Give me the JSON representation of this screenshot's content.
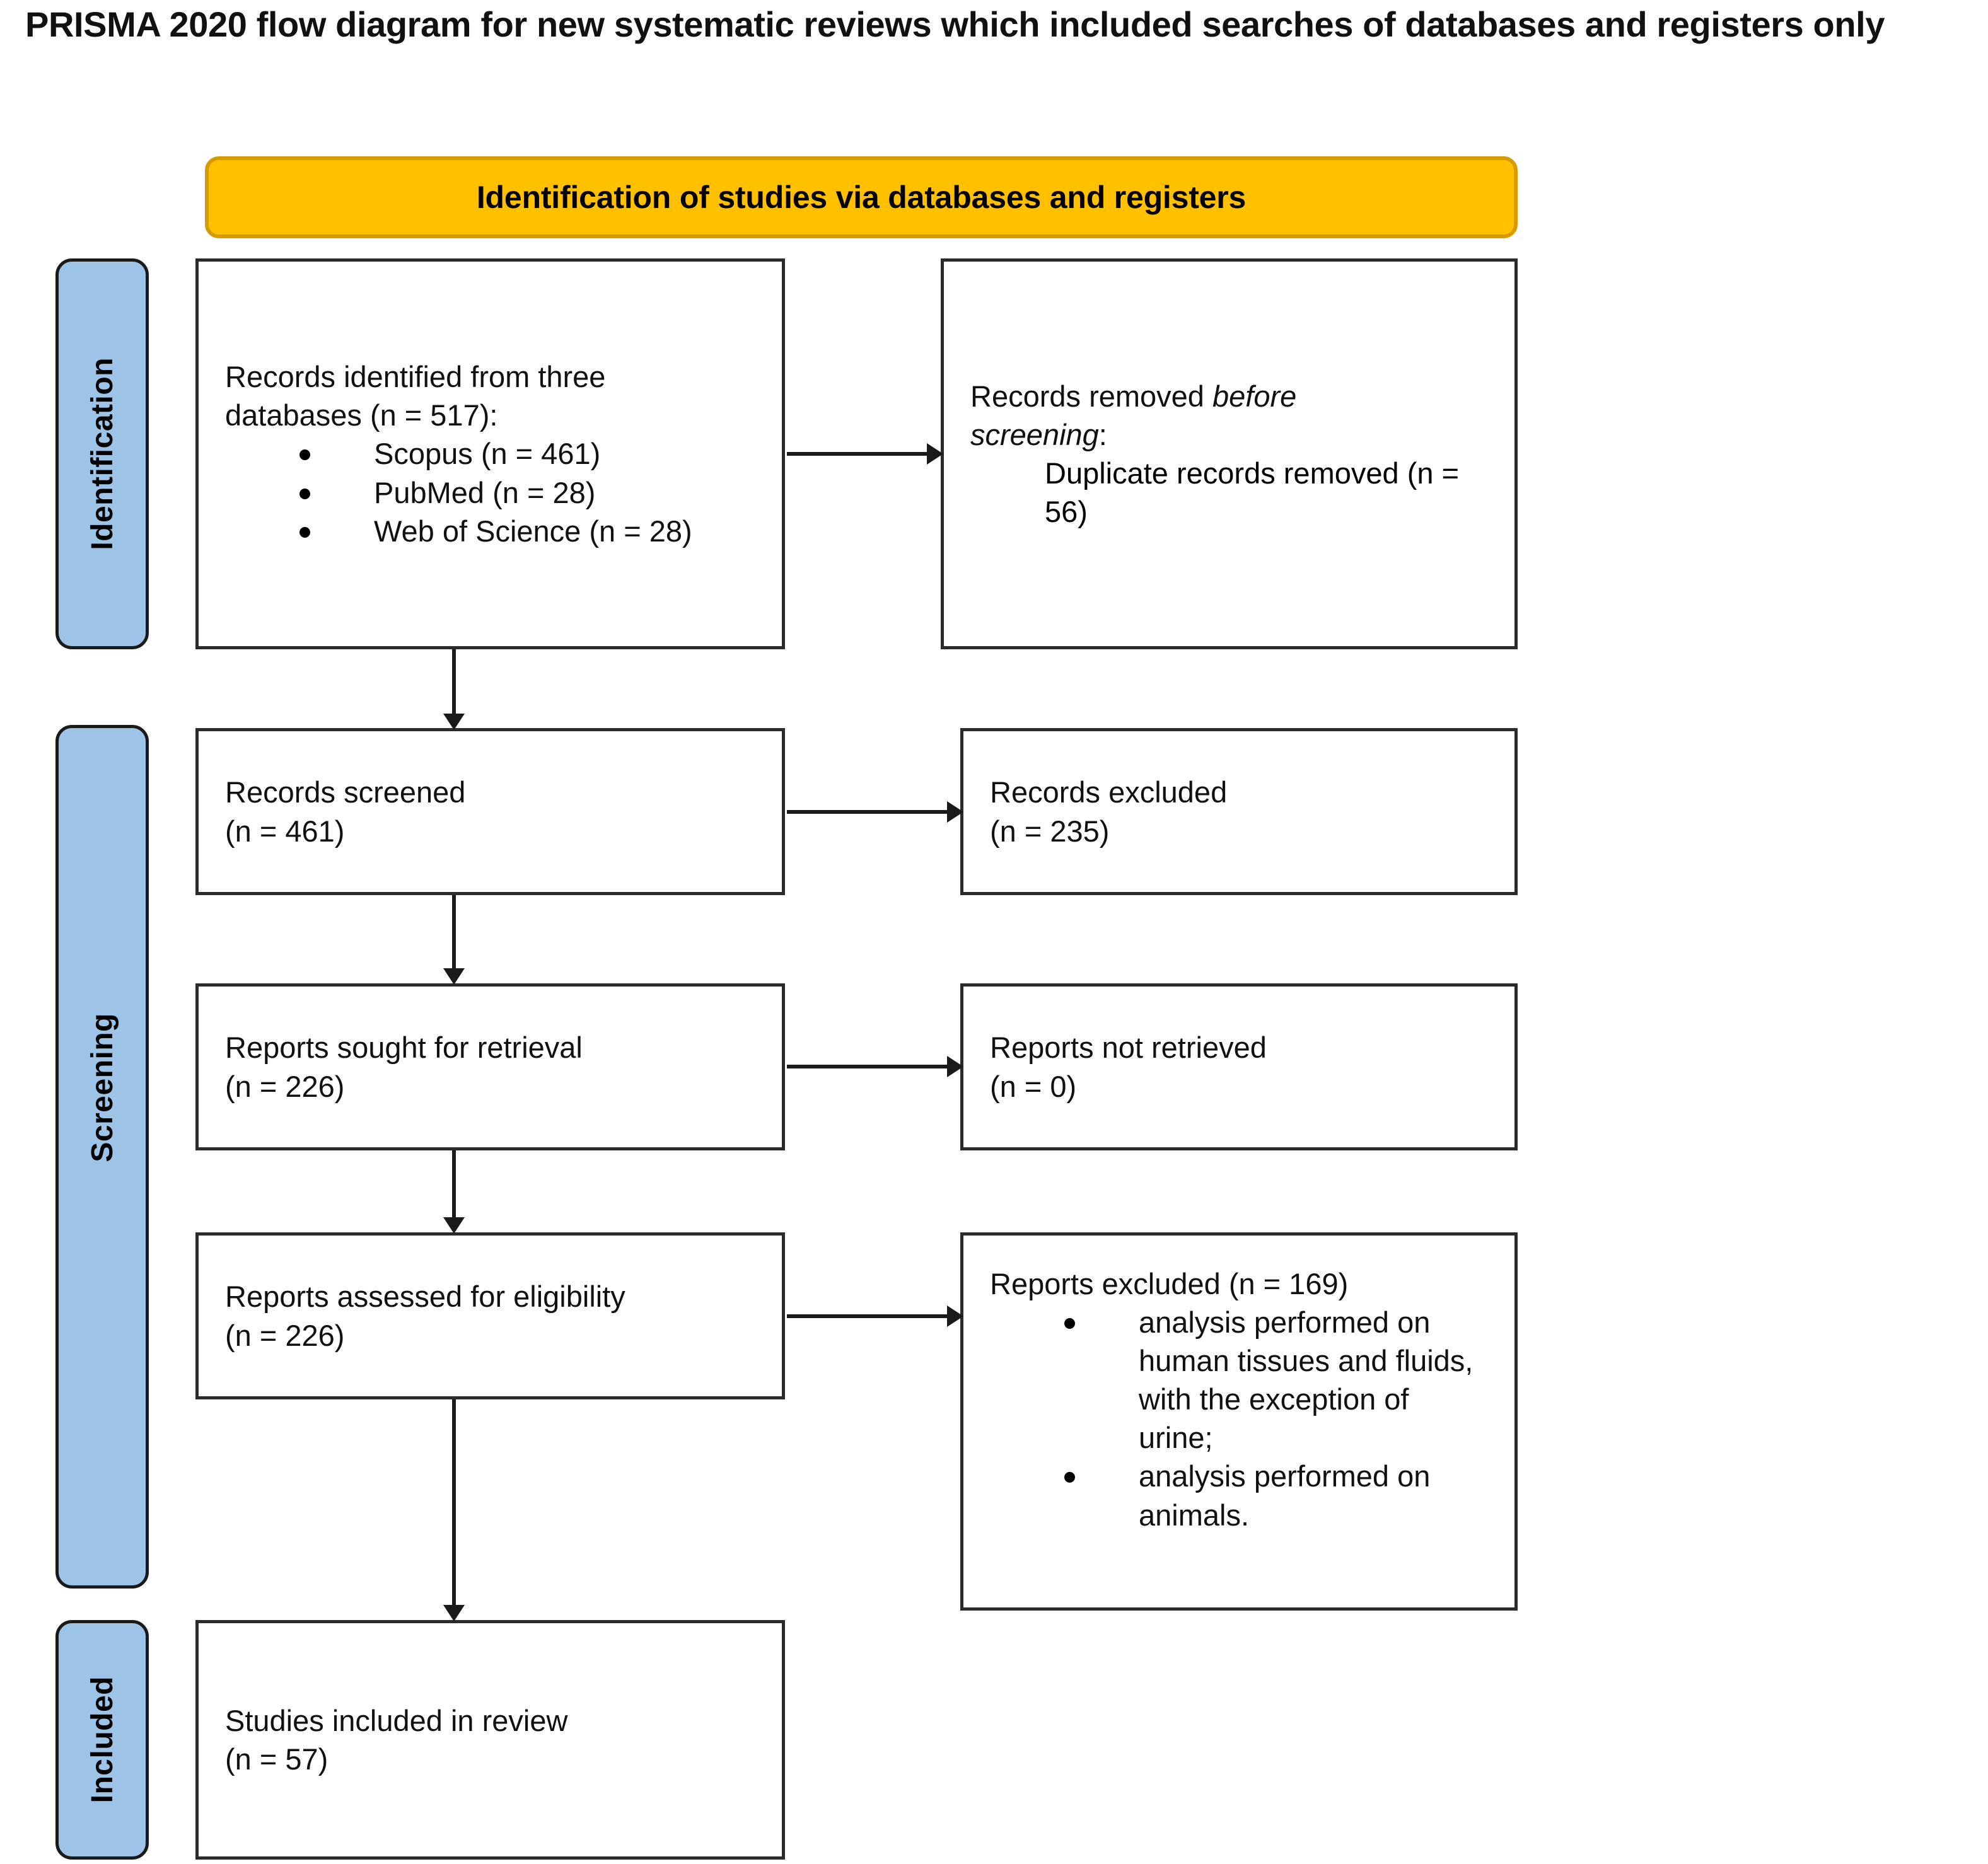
{
  "title": "PRISMA 2020 flow diagram for new systematic reviews which included searches of databases and registers only",
  "colors": {
    "banner_fill": "#FFC000",
    "banner_border": "#D69B00",
    "stage_fill": "#9DC3E6",
    "stage_border": "#1A1A1A",
    "box_border": "#2B2B2B",
    "arrow": "#1A1A1A",
    "text": "#111111"
  },
  "stages": {
    "identification": "Identification",
    "screening": "Screening",
    "included": "Included"
  },
  "banner": {
    "label": "Identification of studies via databases and registers"
  },
  "boxes": {
    "records_identified": {
      "heading_line1": "Records identified from three",
      "heading_line2": "databases (n = 517):",
      "bullets": [
        "Scopus (n = 461)",
        "PubMed (n = 28)",
        "Web of Science (n = 28)"
      ]
    },
    "records_removed": {
      "heading_plain": "Records removed ",
      "heading_italic": "before",
      "heading_italic2": "screening",
      "heading_colon": ":",
      "detail": "Duplicate records removed (n = 56)"
    },
    "records_screened": {
      "line1": "Records screened",
      "line2": "(n = 461)"
    },
    "records_excluded": {
      "line1": "Records excluded",
      "line2": "(n = 235)"
    },
    "reports_sought": {
      "line1": "Reports sought for retrieval",
      "line2": "(n = 226)"
    },
    "reports_not_retrieved": {
      "line1": "Reports not retrieved",
      "line2": "(n = 0)"
    },
    "reports_assessed": {
      "line1": "Reports assessed for eligibility",
      "line2": "(n = 226)"
    },
    "reports_excluded": {
      "heading": "Reports excluded (n = 169)",
      "bullets": [
        "analysis performed on human tissues and fluids, with the exception of urine;",
        "analysis performed on animals."
      ]
    },
    "studies_included": {
      "line1": "Studies included in review",
      "line2": "(n = 57)"
    }
  },
  "arrows": {
    "identified_to_removed": "arrow-right",
    "screened_to_excluded": "arrow-right",
    "sought_to_not_retrieved": "arrow-right",
    "assessed_to_excluded": "arrow-right",
    "identified_down": "arrow-down",
    "screened_down": "arrow-down",
    "sought_down": "arrow-down",
    "assessed_down": "arrow-down"
  },
  "chart_data": {
    "type": "diagram",
    "title": "PRISMA 2020 flow diagram for new systematic reviews which included searches of databases and registers only",
    "nodes": [
      {
        "id": "identified",
        "label": "Records identified from three databases",
        "n": 517,
        "sources": [
          {
            "name": "Scopus",
            "n": 461
          },
          {
            "name": "PubMed",
            "n": 28
          },
          {
            "name": "Web of Science",
            "n": 28
          }
        ],
        "stage": "Identification"
      },
      {
        "id": "removed_before_screening",
        "label": "Records removed before screening: Duplicate records removed",
        "n": 56,
        "stage": "Identification"
      },
      {
        "id": "screened",
        "label": "Records screened",
        "n": 461,
        "stage": "Screening"
      },
      {
        "id": "excluded",
        "label": "Records excluded",
        "n": 235,
        "stage": "Screening"
      },
      {
        "id": "sought",
        "label": "Reports sought for retrieval",
        "n": 226,
        "stage": "Screening"
      },
      {
        "id": "not_retrieved",
        "label": "Reports not retrieved",
        "n": 0,
        "stage": "Screening"
      },
      {
        "id": "assessed",
        "label": "Reports assessed for eligibility",
        "n": 226,
        "stage": "Screening"
      },
      {
        "id": "reports_excluded",
        "label": "Reports excluded",
        "n": 169,
        "reasons": [
          "analysis performed on human tissues and fluids, with the exception of urine;",
          "analysis performed on animals."
        ],
        "stage": "Screening"
      },
      {
        "id": "included",
        "label": "Studies included in review",
        "n": 57,
        "stage": "Included"
      }
    ],
    "edges": [
      {
        "from": "identified",
        "to": "removed_before_screening",
        "direction": "right"
      },
      {
        "from": "identified",
        "to": "screened",
        "direction": "down"
      },
      {
        "from": "screened",
        "to": "excluded",
        "direction": "right"
      },
      {
        "from": "screened",
        "to": "sought",
        "direction": "down"
      },
      {
        "from": "sought",
        "to": "not_retrieved",
        "direction": "right"
      },
      {
        "from": "sought",
        "to": "assessed",
        "direction": "down"
      },
      {
        "from": "assessed",
        "to": "reports_excluded",
        "direction": "right"
      },
      {
        "from": "assessed",
        "to": "included",
        "direction": "down"
      }
    ]
  }
}
